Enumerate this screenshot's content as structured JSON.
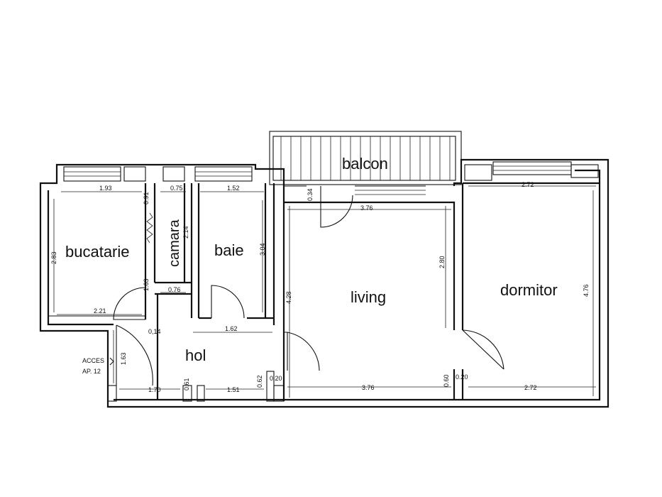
{
  "rooms": {
    "balcon": "balcon",
    "bucatarie": "bucatarie",
    "camara": "camara",
    "baie": "baie",
    "living": "living",
    "dormitor": "dormitor",
    "hol": "hol"
  },
  "access": {
    "line1": "ACCES",
    "line2": "AP. 12"
  },
  "dimensions": {
    "buc_width": "1.93",
    "buc_height": "2.83",
    "buc_bottom": "2.21",
    "buc_side_top": "0.91",
    "buc_side_bottom": "1.63",
    "cam_width": "0.75",
    "cam_height": "2.14",
    "cam_bottom": "0.76",
    "baie_width": "1.52",
    "baie_height": "3.04",
    "corr_014": "0,14",
    "hol_top": "1.62",
    "hol_left": "1.63",
    "hol_b1": "1.70",
    "hol_b2": "0.61",
    "hol_b3": "1.51",
    "hol_b4": "0.62",
    "hol_b5": "0.20",
    "bal_034": "0.34",
    "liv_top": "3.76",
    "liv_height_left": "4.28",
    "liv_height_right": "2.80",
    "liv_bottom": "3.76",
    "liv_060": "0.60",
    "liv_020": "0.20",
    "dorm_top": "2.72",
    "dorm_height": "4.76",
    "dorm_bottom": "2.72"
  }
}
